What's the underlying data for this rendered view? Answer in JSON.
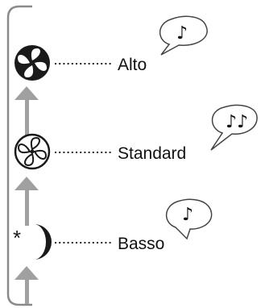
{
  "modes": [
    {
      "label": "Alto",
      "icon": "fan-icon-high",
      "sound": "♪"
    },
    {
      "label": "Standard",
      "icon": "fan-icon-standard",
      "sound": "♪♪"
    },
    {
      "label": "Basso",
      "icon": "night-moon-icon",
      "sound": "♪"
    }
  ],
  "night_star": "*",
  "colors": {
    "stroke": "#8a8a8a",
    "arrow": "#a0a0a0",
    "icon_dark": "#1a1a1a",
    "text": "#111111"
  }
}
